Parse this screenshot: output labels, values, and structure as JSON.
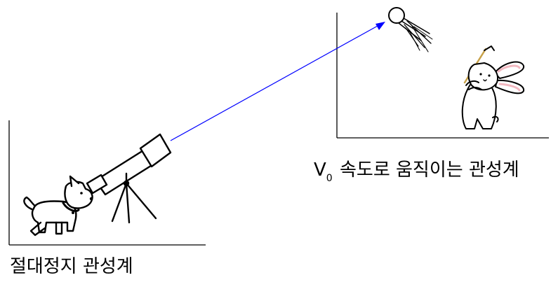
{
  "labels": {
    "absolute_frame": "절대정지 관성계",
    "moving_frame_v": "V",
    "moving_frame_sub": "0",
    "moving_frame_text": " 속도로 움직이는 관성계"
  },
  "colors": {
    "sight_line": "#0000ff",
    "ink": "#000000",
    "bunny_ear_inner": "#f2b8c0",
    "club_shaft": "#c8a24a"
  },
  "icons": {
    "observer": "dog-icon",
    "instrument": "telescope-icon",
    "projectile": "ball-icon",
    "moving_observer": "bunny-golfer-icon"
  }
}
